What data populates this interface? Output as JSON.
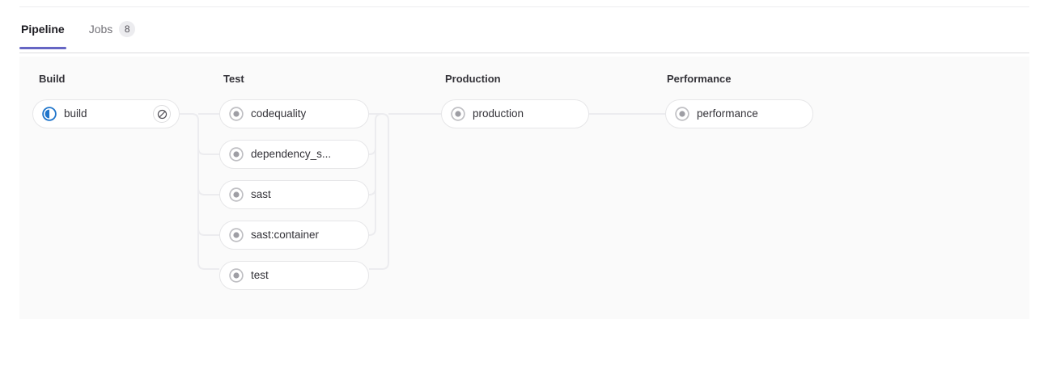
{
  "tabs": [
    {
      "label": "Pipeline",
      "active": true,
      "badge": null
    },
    {
      "label": "Jobs",
      "active": false,
      "badge": "8"
    }
  ],
  "colors": {
    "tab_active_underline": "#6666c4",
    "status_running": "#1f75cb",
    "status_created": "#868686",
    "graph_background": "#fafafa",
    "pill_border": "#e6e6e8",
    "connector_line": "#ececef"
  },
  "pipeline": {
    "stages": [
      {
        "title": "Build",
        "jobs": [
          {
            "name": "build",
            "status": "running",
            "status_icon": "status-running-icon",
            "action": "cancel-icon"
          }
        ]
      },
      {
        "title": "Test",
        "jobs": [
          {
            "name": "codequality",
            "status": "created",
            "status_icon": "status-created-icon",
            "action": null
          },
          {
            "name": "dependency_s...",
            "status": "created",
            "status_icon": "status-created-icon",
            "action": null
          },
          {
            "name": "sast",
            "status": "created",
            "status_icon": "status-created-icon",
            "action": null
          },
          {
            "name": "sast:container",
            "status": "created",
            "status_icon": "status-created-icon",
            "action": null
          },
          {
            "name": "test",
            "status": "created",
            "status_icon": "status-created-icon",
            "action": null
          }
        ]
      },
      {
        "title": "Production",
        "jobs": [
          {
            "name": "production",
            "status": "created",
            "status_icon": "status-created-icon",
            "action": null
          }
        ]
      },
      {
        "title": "Performance",
        "jobs": [
          {
            "name": "performance",
            "status": "created",
            "status_icon": "status-created-icon",
            "action": null
          }
        ]
      }
    ]
  }
}
